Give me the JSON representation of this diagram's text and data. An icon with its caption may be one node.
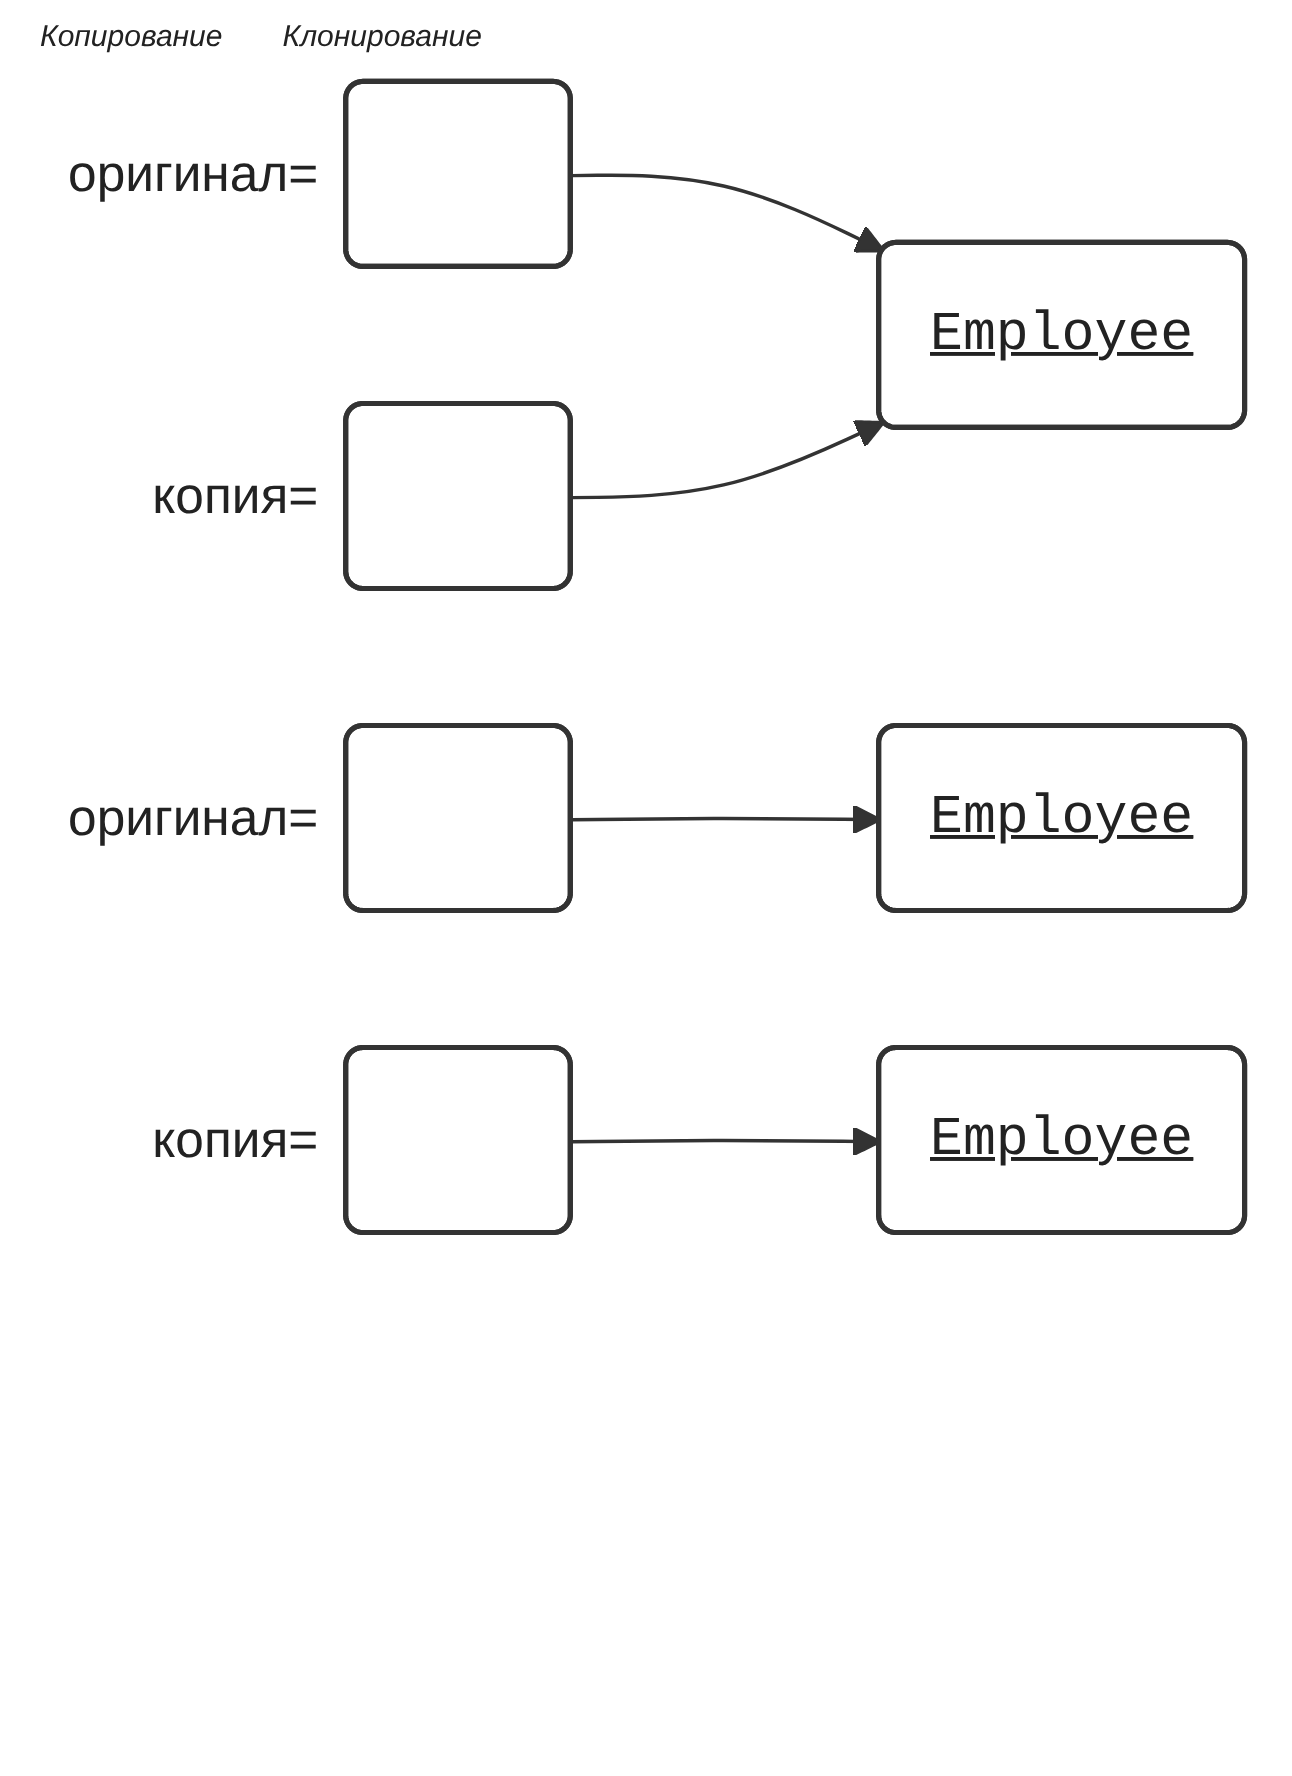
{
  "diagram": {
    "nodes": [
      {
        "text": [],
        "shape": "box",
        "beside": [
          "оригинал="
        ]
      },
      {
        "text": [
          "Employee"
        ]
      },
      {
        "text": [],
        "shape": "box",
        "beside": [
          "копия="
        ]
      },
      {
        "text": [],
        "shape": "box",
        "beside": [
          "оригинал="
        ]
      },
      {
        "text": [
          "Employee"
        ]
      },
      {
        "text": [],
        "shape": "box",
        "beside": [
          "копия="
        ]
      },
      {
        "text": [
          "Employee"
        ]
      }
    ],
    "edges": [
      {
        "from": 0,
        "to": 1,
        "arrow": "to"
      },
      {
        "from": 2,
        "to": 1,
        "arrow": "to"
      },
      {
        "from": 3,
        "to": 4,
        "arrow": "to"
      },
      {
        "from": 5,
        "to": 6,
        "arrow": "to"
      }
    ],
    "labels": [
      "Копирование",
      "Клонирование"
    ]
  }
}
